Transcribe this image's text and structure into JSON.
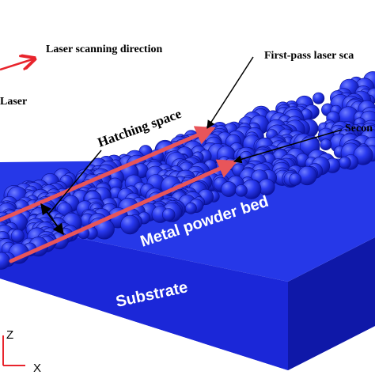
{
  "labels": {
    "laser_scanning_direction": "Laser scanning direction",
    "first_pass": "First-pass laser sca",
    "laser": "Laser",
    "hatching_space": "Hatching space",
    "second_pass": "Secon",
    "metal_powder_bed": "Metal powder bed",
    "substrate": "Substrate",
    "axis_z": "Z",
    "axis_x": "X"
  },
  "colors": {
    "powder_blue": "#1f2ff0",
    "substrate_top": "#2638e8",
    "substrate_front": "#1a25d6",
    "substrate_side": "#0f18a8",
    "laser_track": "#e8555a",
    "arrow_red": "#e8242c",
    "text_white": "#ffffff",
    "text_black": "#000000"
  }
}
